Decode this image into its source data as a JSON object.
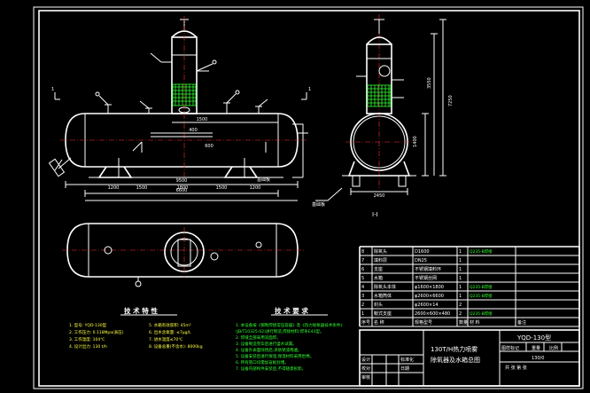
{
  "drawing": {
    "dimensions": {
      "front_total": "9500",
      "front_a": "6600",
      "front_b1": "1200",
      "front_b2": "1500",
      "front_b3": "1800",
      "front_b4": "1500",
      "front_b5": "1200",
      "front_top": "1500",
      "front_inner1": "400",
      "front_inner2": "600",
      "side_width": "2450",
      "side_h1": "1400",
      "side_h2": "3550",
      "side_h3": "7250"
    },
    "labels": {
      "section_mark_left": "1",
      "section_mark_right": "1",
      "section_title": "I-I",
      "base_note": "基础板",
      "base_note2": "基础板",
      "tech_spec_title": "技 术 特 性",
      "tech_req_title": "技 术 要 求"
    },
    "tech_specs": [
      "1. 型号: YQD-130型",
      "2. 工作压力: 0.118Mpa(表压)",
      "3. 工作温度: 104℃",
      "4. 设计出力: 130 t/h",
      "5. 水箱有效容积: 45m³",
      "6. 出水含氧量: ≤7μg/L",
      "7. 进水温度≤70℃",
      "8. 设备总重(不含水): 8000kg"
    ],
    "tech_requirements": [
      "1. 本设备按《钢制焊接常压容器》及《热力除氧器技术条件》",
      "   (JB/T10325-02)进行制造,焊接材料:焊条E43型。",
      "2. 焊缝全部采用双面焊。",
      "3. 设备制造完毕后进行盛水试漏。",
      "4. 设备外表面除锈后,涂防锈漆两遍。",
      "5. 设备安装后进行保温,保温材料采用岩棉。",
      "6. 所有管口均需加盲板封堵。",
      "7. 设备内部构件安装后,不得随意拆卸。"
    ],
    "parts_table": {
      "rows": [
        {
          "no": "8",
          "name": "除氧头",
          "spec": "D1600",
          "qty": "1",
          "mat": "Q235-B焊接",
          "wt": ""
        },
        {
          "no": "7",
          "name": "填料层",
          "spec": "DN25",
          "qty": "1",
          "mat": "",
          "wt": ""
        },
        {
          "no": "6",
          "name": "支座",
          "spec": "不锈钢填料环",
          "qty": "1",
          "mat": "",
          "wt": ""
        },
        {
          "no": "5",
          "name": "水箱",
          "spec": "不锈钢丝网",
          "qty": "1",
          "mat": "",
          "wt": ""
        },
        {
          "no": "4",
          "name": "除氧头本体",
          "spec": "φ1600×1800",
          "qty": "1",
          "mat": "Q235-B焊接",
          "wt": ""
        },
        {
          "no": "3",
          "name": "水箱筒体",
          "spec": "φ2600×6600",
          "qty": "1",
          "mat": "Q235-B焊接",
          "wt": ""
        },
        {
          "no": "2",
          "name": "封头",
          "spec": "φ2600×14",
          "qty": "2",
          "mat": "",
          "wt": ""
        },
        {
          "no": "1",
          "name": "鞍式支座",
          "spec": "2600×600×480",
          "qty": "2",
          "mat": "Q235-B焊接",
          "wt": ""
        }
      ],
      "header": {
        "no": "序号",
        "name": "名  称",
        "spec": "规格型号",
        "qty": "数量",
        "mat": "材  料",
        "wt": "备注"
      }
    },
    "title_block": {
      "title_line1": "130T/H热力喷雾",
      "title_line2": "除氧器及水箱总图",
      "model": "YQD-130型",
      "drawing_no": "130/0",
      "labels_row": [
        "设计",
        "校对",
        "审核",
        "标准化",
        "日期"
      ],
      "labels_row2": [
        "图样标记",
        "重量",
        "比例"
      ],
      "sheet": "共  张  第  张"
    }
  },
  "chart_data": {
    "type": "table",
    "title": "",
    "columns": [
      "序号",
      "名  称",
      "规格型号",
      "数量",
      "材  料"
    ],
    "rows": [
      [
        "8",
        "除氧头",
        "D1600",
        "1",
        "Q235-B焊接"
      ],
      [
        "7",
        "填料层",
        "DN25",
        "1",
        ""
      ],
      [
        "6",
        "支座",
        "不锈钢填料环",
        "1",
        ""
      ],
      [
        "5",
        "水箱",
        "不锈钢丝网",
        "1",
        ""
      ],
      [
        "4",
        "除氧头本体",
        "φ1600×1800",
        "1",
        "Q235-B焊接"
      ],
      [
        "3",
        "水箱筒体",
        "φ2600×6600",
        "1",
        "Q235-B焊接"
      ],
      [
        "2",
        "封头",
        "φ2600×14",
        "2",
        ""
      ],
      [
        "1",
        "鞍式支座",
        "2600×600×480",
        "2",
        "Q235-B焊接"
      ]
    ]
  }
}
